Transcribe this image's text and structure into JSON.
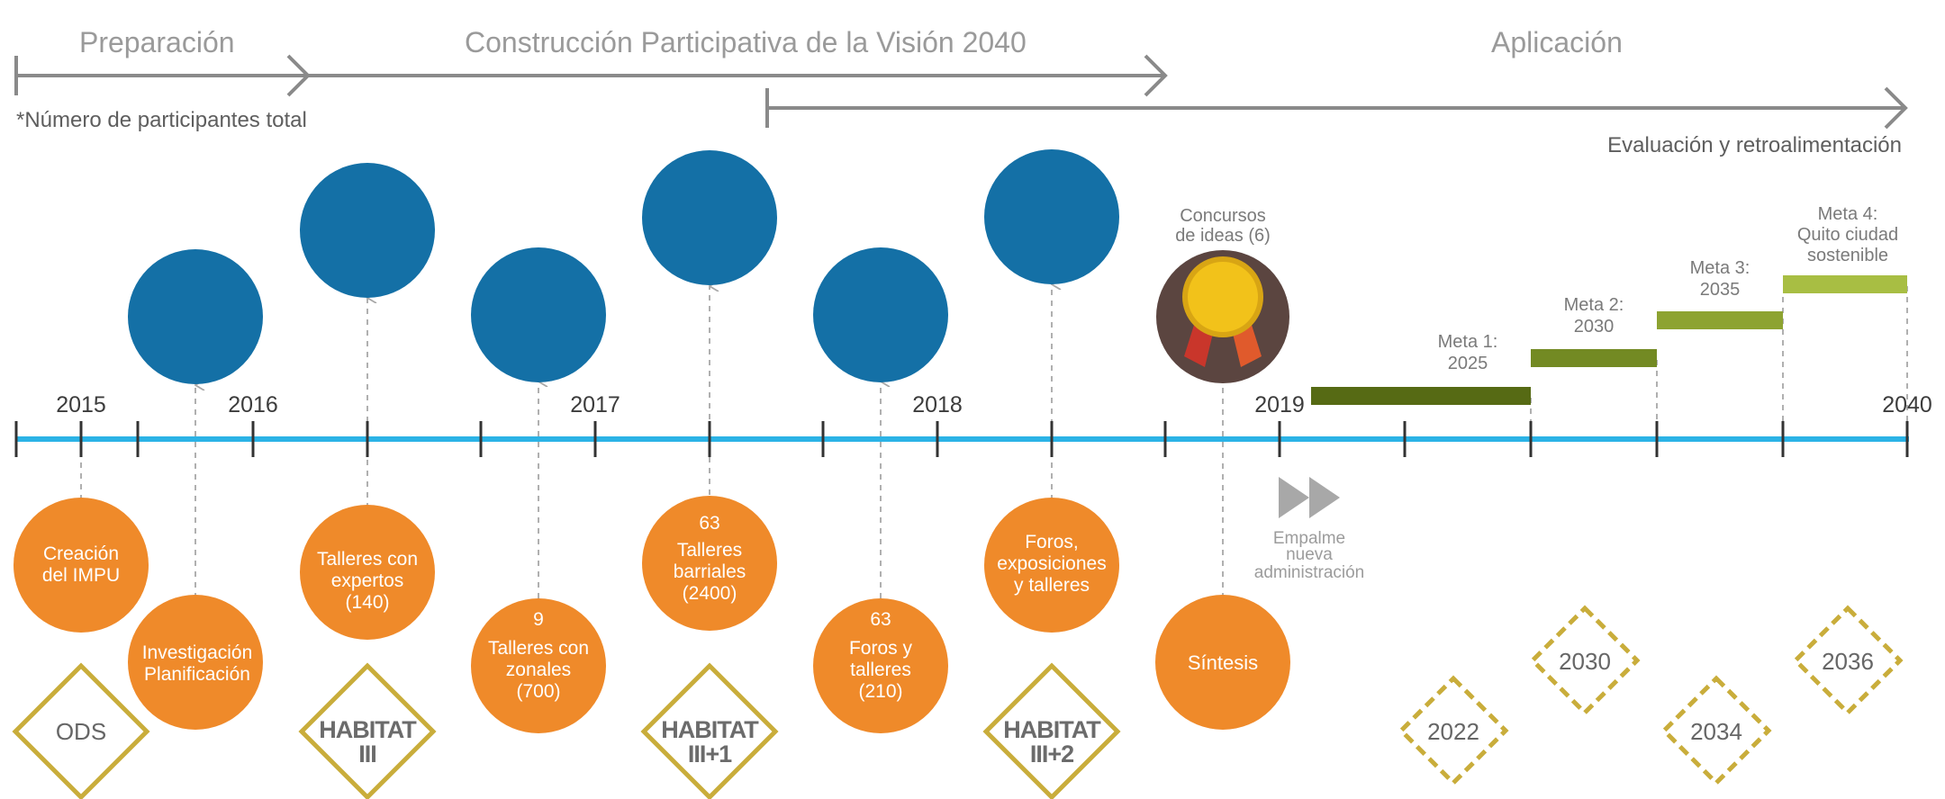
{
  "phases": {
    "preparacion": "Preparación",
    "construccion": "Construcción Participativa de la Visión 2040",
    "aplicacion": "Aplicación"
  },
  "participants_note": "*Número de participantes total",
  "evaluation_label": "Evaluación y retroalimentación",
  "years": [
    "2015",
    "2016",
    "2017",
    "2018",
    "2019",
    "2040"
  ],
  "milestones": {
    "m1": [
      "Creación",
      "del IMPU"
    ],
    "m2": [
      "Investigación",
      "Planificación"
    ],
    "m3": [
      "Talleres con",
      "expertos",
      "(140)"
    ],
    "m4": [
      "9",
      "Talleres con",
      "zonales",
      "(700)"
    ],
    "m5": [
      "63",
      "Talleres",
      "barriales",
      "(2400)"
    ],
    "m6": [
      "63",
      "Foros y",
      "talleres"
    ],
    "m6b": "(210)",
    "m7": [
      "Foros,",
      "exposiciones",
      "y talleres"
    ],
    "m8": "Síntesis"
  },
  "concursos": [
    "Concursos",
    "de ideas (6)"
  ],
  "empalme": [
    "Empalme",
    "nueva",
    "administración"
  ],
  "goals": {
    "g1": [
      "Meta 1:",
      "2025"
    ],
    "g2": [
      "Meta 2:",
      "2030"
    ],
    "g3": [
      "Meta 3:",
      "2035"
    ],
    "g4": [
      "Meta 4:",
      "Quito ciudad",
      "sostenible"
    ]
  },
  "badges": {
    "ods": "ODS",
    "h1": [
      "HABITAT",
      "III"
    ],
    "h2": [
      "HABITAT",
      "III+1"
    ],
    "h3": [
      "HABITAT",
      "III+2"
    ]
  },
  "dashed_years": [
    "2022",
    "2030",
    "2034",
    "2036"
  ],
  "colors": {
    "blue_circle": "#1470a6",
    "orange": "#ef8a2a",
    "timeline": "#2bb3e6",
    "gold": "#c9ad3b",
    "goal1": "#566a14",
    "goal2": "#738a23",
    "goal3": "#8da331",
    "goal4": "#a8be43",
    "arrow_gray": "#8a8a8a"
  }
}
